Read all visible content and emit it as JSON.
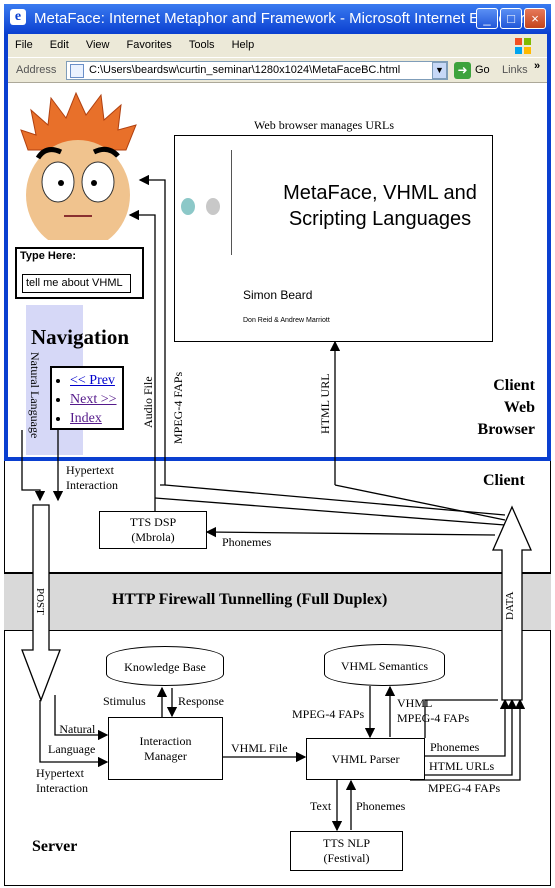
{
  "window": {
    "title": "MetaFace: Internet Metaphor and Framework - Microsoft Internet Explorer",
    "controls": {
      "minimize": "_",
      "maximize": "□",
      "close": "×"
    }
  },
  "menu": [
    "File",
    "Edit",
    "View",
    "Favorites",
    "Tools",
    "Help"
  ],
  "address": {
    "label": "Address",
    "value": "C:\\Users\\beardsw\\curtin_seminar\\1280x1024\\MetaFaceBC.html",
    "go": "Go",
    "links": "Links"
  },
  "page": {
    "type_here": "Type Here:",
    "input_value": "tell me about VHML",
    "nav_title": "Navigation",
    "nav_links": [
      "<< Prev",
      "Next >>",
      "Index"
    ],
    "slide_caption": "Web browser manages URLs",
    "slide_title": "MetaFace, VHML and Scripting Languages",
    "slide_author": "Simon Beard",
    "slide_coauthors": "Don Reid & Andrew Marriott",
    "client_browser": "Client Web Browser"
  },
  "diagram": {
    "client_label": "Client",
    "server_label": "Server",
    "tunnel_label": "HTTP Firewall Tunnelling (Full Duplex)",
    "tts_dsp": "TTS DSP\n(Mbrola)",
    "knowledge_base": "Knowledge Base",
    "interaction_manager": "Interaction\nManager",
    "vhml_semantics": "VHML Semantics",
    "vhml_parser": "VHML Parser",
    "tts_nlp": "TTS NLP\n(Festival)",
    "labels": {
      "natural_language_vert": "Natural Language",
      "audio_file": "Audio File",
      "mpeg4_faps_vert": "MPEG-4 FAPs",
      "html_url_vert": "HTML URL",
      "hypertext_interaction": "Hypertext\nInteraction",
      "phonemes": "Phonemes",
      "post": "POST",
      "data": "DATA",
      "stimulus": "Stimulus",
      "response": "Response",
      "natural_language": "Natural\nLanguage",
      "hypertext_interaction2": "Hypertext\nInteraction",
      "vhml_file": "VHML File",
      "mpeg4_faps": "MPEG-4 FAPs",
      "vhml_mpeg4_faps": "VHML\nMPEG-4 FAPs",
      "phonemes2": "Phonemes",
      "html_urls": "HTML URLs",
      "mpeg4_faps2": "MPEG-4 FAPs",
      "text": "Text",
      "phonemes3": "Phonemes"
    }
  }
}
